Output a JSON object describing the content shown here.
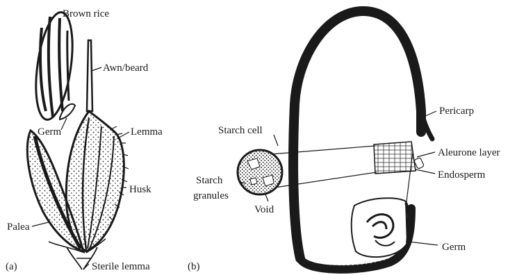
{
  "panel_a": {
    "letter": "(a)",
    "labels": {
      "brown_rice": "Brown rice",
      "awn": "Awn/beard",
      "germ": "Germ",
      "lemma": "Lemma",
      "husk": "Husk",
      "palea": "Palea",
      "sterile_lemma": "Sterile lemma"
    }
  },
  "panel_b": {
    "letter": "(b)",
    "labels": {
      "starch_cell": "Starch cell",
      "starch_granules_line1": "Starch",
      "starch_granules_line2": "granules",
      "void": "Void",
      "pericarp": "Pericarp",
      "aleurone": "Aleurone layer",
      "endosperm": "Endosperm",
      "germ": "Germ"
    }
  },
  "colors": {
    "ink": "#1a1a1a",
    "paper": "#ffffff"
  }
}
